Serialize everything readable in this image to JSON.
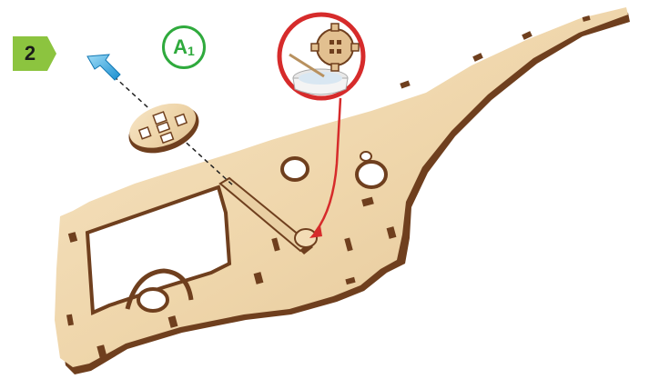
{
  "step": {
    "number": "2"
  },
  "part_label": {
    "letter": "A",
    "index": "1"
  },
  "colors": {
    "step_badge": "#8cc43f",
    "part_label_ring": "#2faa3d",
    "callout_ring": "#d62b2b",
    "arrow_blue": "#1ea6e0",
    "plywood_face": "#efd7ae",
    "plywood_edge": "#6f3f1e"
  },
  "icons": {
    "insert_arrow": "blue-arrow-icon",
    "glue_callout": "glue-bowl-gear-icon"
  }
}
